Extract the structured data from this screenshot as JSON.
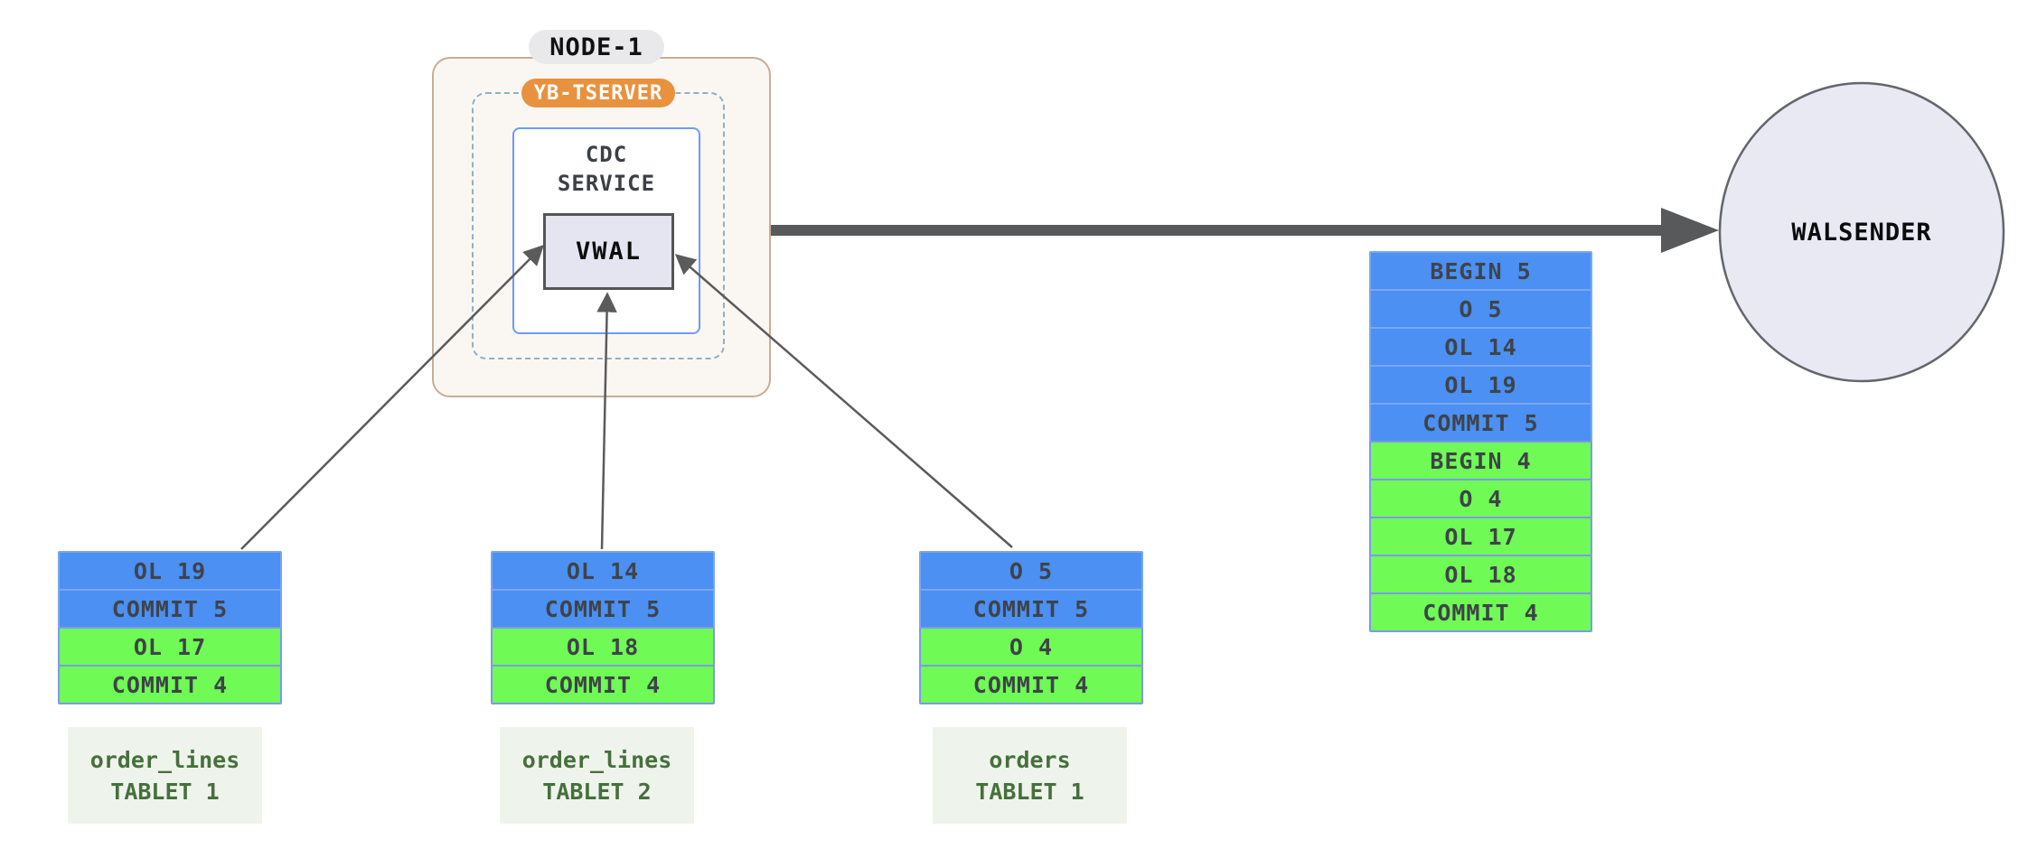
{
  "node": {
    "title": "NODE-1",
    "tserver_label": "YB-TSERVER",
    "cdc_service_lines": [
      "CDC",
      "SERVICE"
    ],
    "vwal_label": "VWAL"
  },
  "walsender": {
    "label": "WALSENDER"
  },
  "queue": {
    "rows": [
      {
        "text": "BEGIN 5",
        "color": "blue"
      },
      {
        "text": "O 5",
        "color": "blue"
      },
      {
        "text": "OL 14",
        "color": "blue"
      },
      {
        "text": "OL 19",
        "color": "blue"
      },
      {
        "text": "COMMIT 5",
        "color": "blue"
      },
      {
        "text": "BEGIN 4",
        "color": "green"
      },
      {
        "text": "O 4",
        "color": "green"
      },
      {
        "text": "OL 17",
        "color": "green"
      },
      {
        "text": "OL 18",
        "color": "green"
      },
      {
        "text": "COMMIT 4",
        "color": "green"
      }
    ]
  },
  "tablets": [
    {
      "rows": [
        {
          "text": "OL 19",
          "color": "blue"
        },
        {
          "text": "COMMIT 5",
          "color": "blue"
        },
        {
          "text": "OL 17",
          "color": "green"
        },
        {
          "text": "COMMIT 4",
          "color": "green"
        }
      ],
      "label_lines": [
        "order_lines",
        "TABLET 1"
      ]
    },
    {
      "rows": [
        {
          "text": "OL 14",
          "color": "blue"
        },
        {
          "text": "COMMIT 5",
          "color": "blue"
        },
        {
          "text": "OL 18",
          "color": "green"
        },
        {
          "text": "COMMIT 4",
          "color": "green"
        }
      ],
      "label_lines": [
        "order_lines",
        "TABLET 2"
      ]
    },
    {
      "rows": [
        {
          "text": "O 5",
          "color": "blue"
        },
        {
          "text": "COMMIT 5",
          "color": "blue"
        },
        {
          "text": "O 4",
          "color": "green"
        },
        {
          "text": "COMMIT 4",
          "color": "green"
        }
      ],
      "label_lines": [
        "orders",
        "TABLET 1"
      ]
    }
  ],
  "colors": {
    "blue_fill": "#4b90f2",
    "blue_border": "#7aa6f2",
    "green_fill": "#6ffa55",
    "green_border": "#7e99ea",
    "row_text": "#3f4349",
    "node_fill": "#faf7f3",
    "node_border": "#c9ad92",
    "node_pill_bg": "#e9e9ec",
    "tserver_bg": "#e8923f",
    "dashed_border": "#8fb0c9",
    "service_border": "#6c9cf5",
    "vwal_fill": "#e5e5f1",
    "vwal_border": "#555555",
    "arrow": "#58595b",
    "ellipse_fill": "#e8e9f3",
    "ellipse_border": "#63666a",
    "label_bg": "#eef3eb",
    "label_text": "#45703c"
  }
}
